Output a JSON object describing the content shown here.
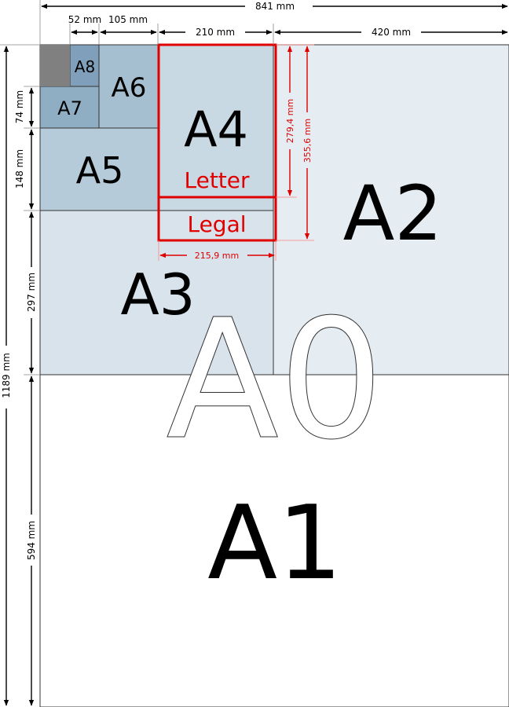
{
  "sheets": {
    "a0": "A0",
    "a1": "A1",
    "a2": "A2",
    "a3": "A3",
    "a4": "A4",
    "a5": "A5",
    "a6": "A6",
    "a7": "A7",
    "a8": "A8"
  },
  "us_formats": {
    "letter": "Letter",
    "legal": "Legal"
  },
  "dimensions": {
    "top_841": "841 mm",
    "top_52": "52 mm",
    "top_105": "105 mm",
    "top_210": "210 mm",
    "top_420": "420 mm",
    "left_74": "74 mm",
    "left_148": "148 mm",
    "left_297": "297 mm",
    "left_594": "594 mm",
    "left_1189": "1189 mm",
    "letter_height": "279,4 mm",
    "legal_height": "355,6 mm",
    "us_width": "215,9 mm"
  },
  "colors": {
    "a0": "#ffffff",
    "a2": "#e5edf2",
    "a3": "#d9e3ec",
    "a4": "#c9d9e4",
    "a5": "#b6cbda",
    "a6": "#a6bfd0",
    "a7": "#8fadc3",
    "a8": "#7f9fba",
    "corner": "#808080",
    "highlight": "#e00000"
  }
}
